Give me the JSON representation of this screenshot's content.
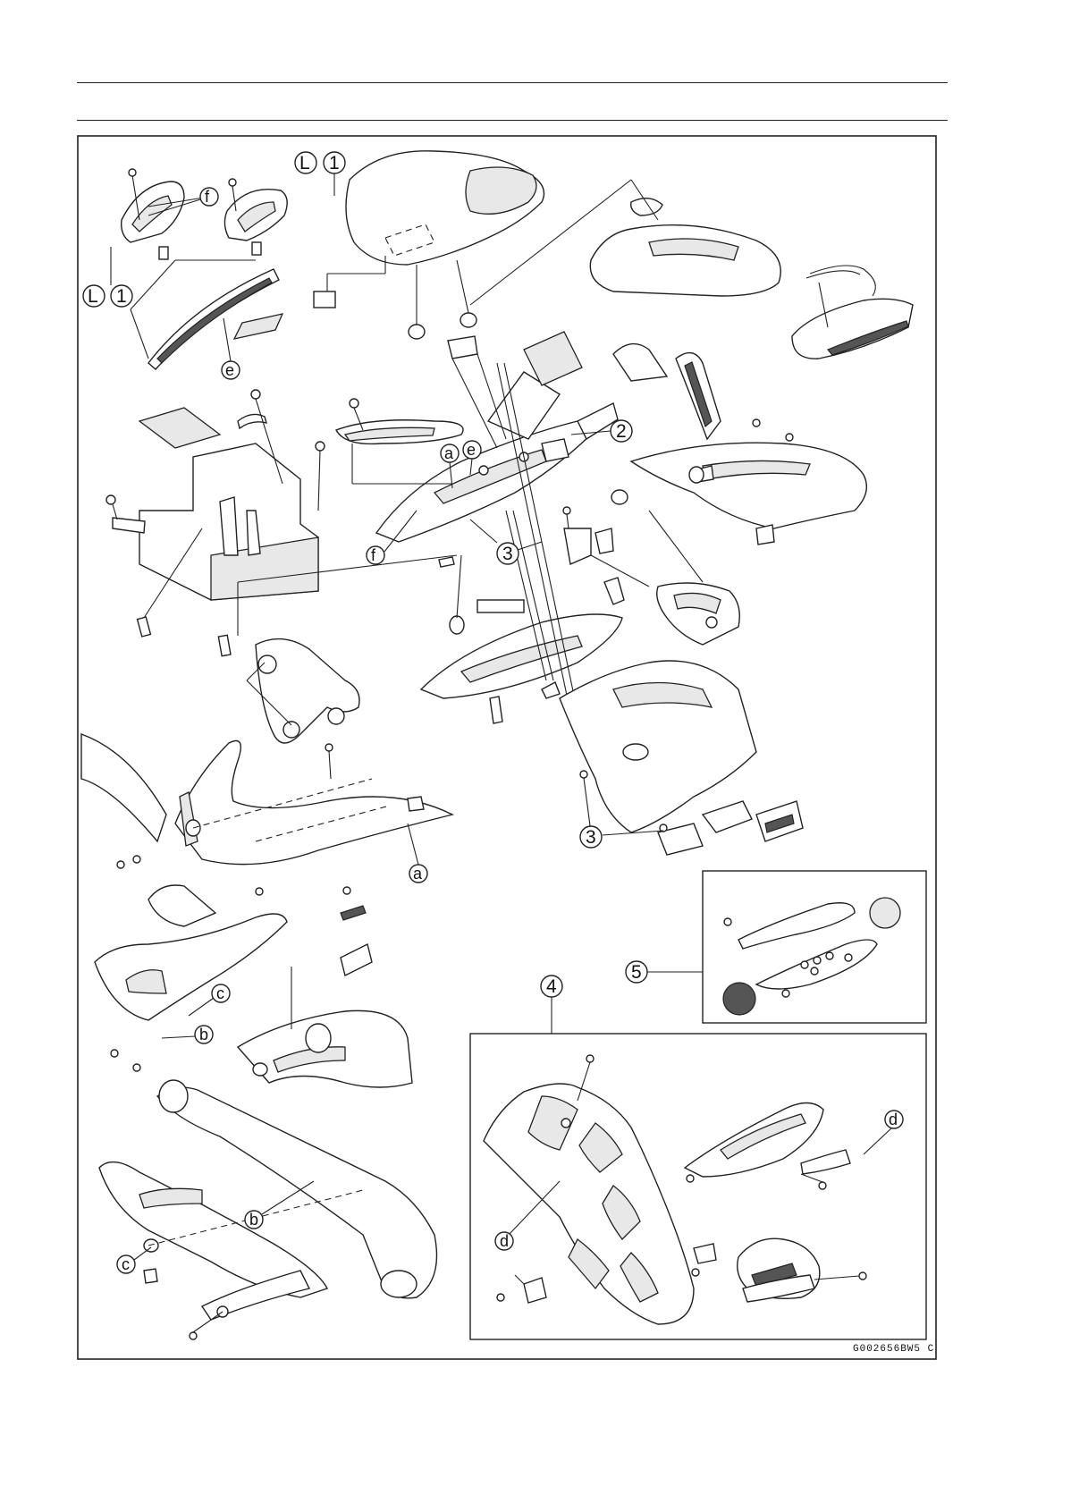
{
  "figure": {
    "code": "G002656BW5 C",
    "callouts": {
      "one_a": "1",
      "one_b": "1",
      "two": "2",
      "three_a": "3",
      "three_b": "3",
      "four": "4",
      "five": "5"
    },
    "lock_marks": {
      "l_a": "L",
      "l_b": "L"
    },
    "letters": {
      "a1": "a",
      "a2": "a",
      "b1": "b",
      "b2": "b",
      "c1": "c",
      "c2": "c",
      "d1": "d",
      "d2": "d",
      "e1": "e",
      "e2": "e",
      "f1": "f",
      "f2": "f"
    }
  }
}
